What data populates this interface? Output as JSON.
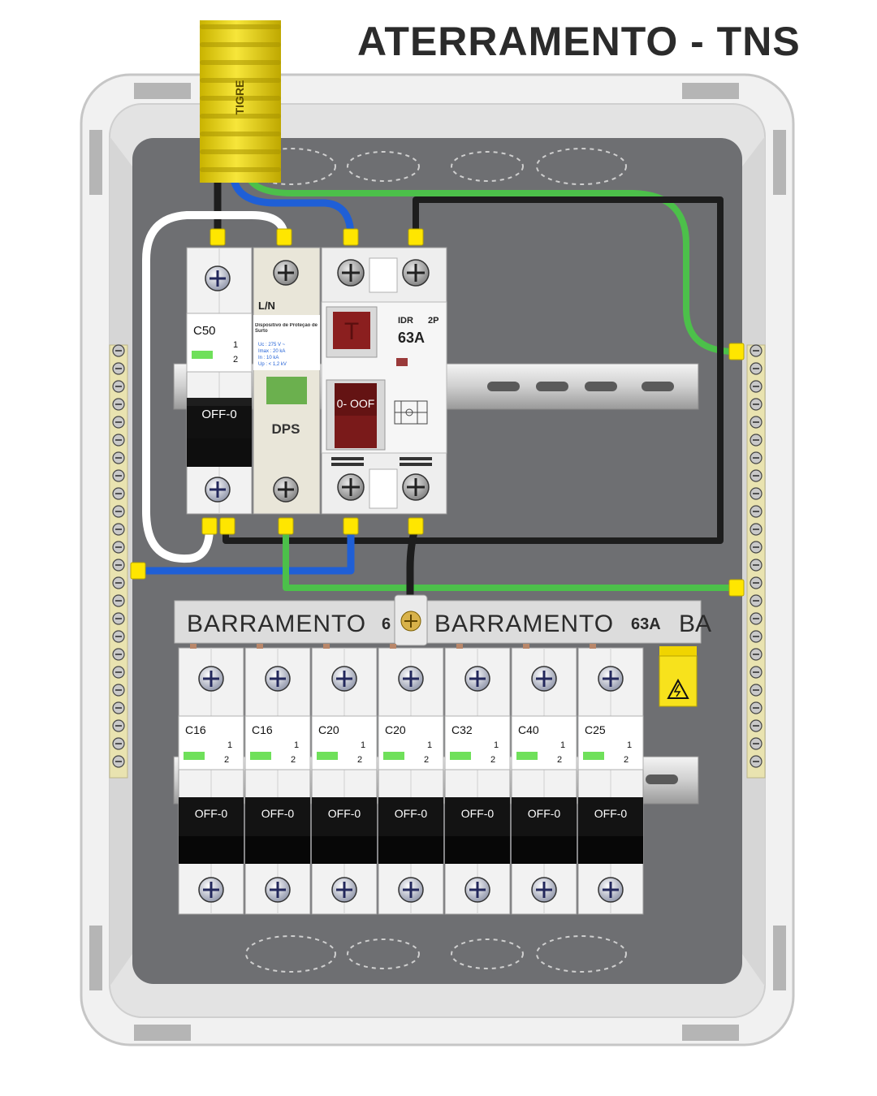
{
  "title": "ATERRAMENTO - TNS",
  "conduit_brand": "TIGRE",
  "colors": {
    "enclosure": "#f2f2f2",
    "backplate": "#6e6f72",
    "phase_wire": "#1d1d1d",
    "neutral_wire": "#1f5fd6",
    "earth_wire": "#4cc04a",
    "return_wire": "#ffffff",
    "terminal": "#ffe600",
    "conduit": "#f2df1e",
    "idr_handle": "#7a1a1a",
    "indicator": "#6fe05a"
  },
  "main_breaker": {
    "rating": "C50",
    "position_marks": [
      "1",
      "2"
    ],
    "state_label": "OFF-0"
  },
  "dps": {
    "terminal_label": "L/N",
    "description": "Dispositivo de Proteção de Surto",
    "specs": [
      "Uc : 275 V ~",
      "Imax : 20 kA",
      "In : 10 kA",
      "Up : < 1,2 kV"
    ],
    "name": "DPS"
  },
  "idr": {
    "type": "IDR",
    "poles": "2P",
    "rating": "63A",
    "test_button": "T",
    "state_label": "0- OOF"
  },
  "busbar": {
    "segments": [
      "BARRAMENTO",
      "6",
      "BARRAMENTO",
      "63A",
      "BA"
    ]
  },
  "branch_breakers": [
    {
      "rating": "C16",
      "state_label": "OFF-0"
    },
    {
      "rating": "C16",
      "state_label": "OFF-0"
    },
    {
      "rating": "C20",
      "state_label": "OFF-0"
    },
    {
      "rating": "C20",
      "state_label": "OFF-0"
    },
    {
      "rating": "C32",
      "state_label": "OFF-0"
    },
    {
      "rating": "C40",
      "state_label": "OFF-0"
    },
    {
      "rating": "C25",
      "state_label": "OFF-0"
    }
  ]
}
